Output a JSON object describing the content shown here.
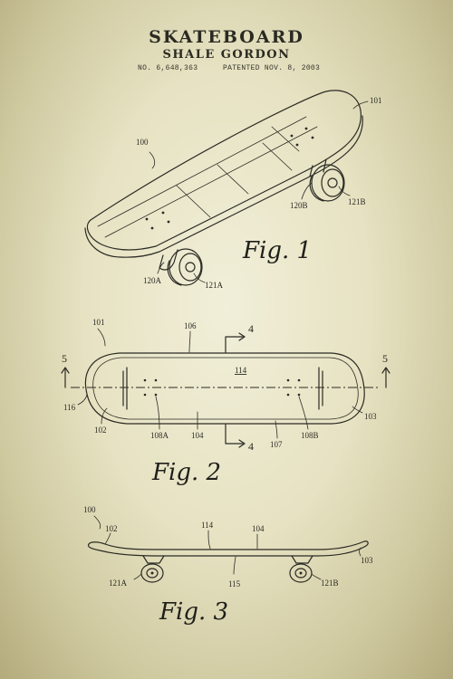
{
  "header": {
    "title": "SKATEBOARD",
    "inventor": "SHALE GORDON",
    "patent_number": "NO. 6,648,363",
    "patent_date": "PATENTED NOV. 8, 2003"
  },
  "figures": {
    "fig1": {
      "caption": "Fig. 1",
      "labels": {
        "assembly": "100",
        "deck": "101",
        "truck_front": "120A",
        "wheel_front": "121A",
        "truck_rear": "120B",
        "wheel_rear": "121B"
      }
    },
    "fig2": {
      "caption": "Fig. 2",
      "labels": {
        "deck": "101",
        "top_edge": "106",
        "center": "114",
        "nose": "116",
        "side_left": "102",
        "holes_left": "108A",
        "mid": "104",
        "bottom_edge": "107",
        "holes_right": "108B",
        "tail": "103",
        "section_4": "4",
        "section_5": "5"
      }
    },
    "fig3": {
      "caption": "Fig. 3",
      "labels": {
        "assembly": "100",
        "nose": "102",
        "top": "114",
        "mid": "104",
        "tail": "103",
        "wheel_left": "121A",
        "bottom": "115",
        "wheel_right": "121B"
      }
    }
  },
  "colors": {
    "ink": "#2b2b24",
    "paper_center": "#f1efd9",
    "paper_edge": "#b3ab7c"
  }
}
